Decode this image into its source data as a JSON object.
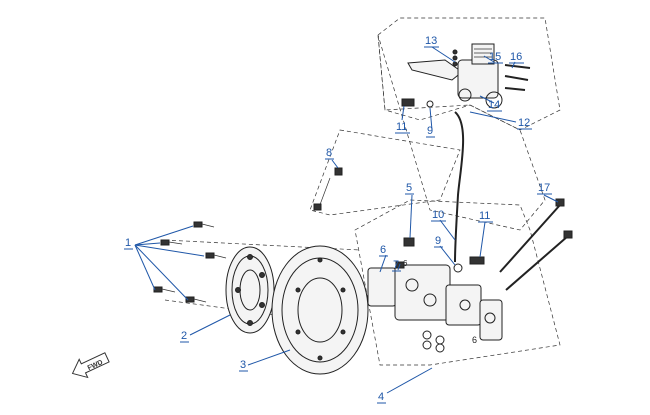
{
  "diagram": {
    "callouts": [
      {
        "id": "c1",
        "label": "1"
      },
      {
        "id": "c2",
        "label": "2"
      },
      {
        "id": "c3",
        "label": "3"
      },
      {
        "id": "c4",
        "label": "4"
      },
      {
        "id": "c5",
        "label": "5"
      },
      {
        "id": "c6",
        "label": "6"
      },
      {
        "id": "c7",
        "label": "7"
      },
      {
        "id": "c8",
        "label": "8"
      },
      {
        "id": "c9a",
        "label": "9"
      },
      {
        "id": "c9b",
        "label": "9"
      },
      {
        "id": "c10",
        "label": "10"
      },
      {
        "id": "c11a",
        "label": "11"
      },
      {
        "id": "c11b",
        "label": "11"
      },
      {
        "id": "c12",
        "label": "12"
      },
      {
        "id": "c13",
        "label": "13"
      },
      {
        "id": "c14",
        "label": "14"
      },
      {
        "id": "c15",
        "label": "15"
      },
      {
        "id": "c16",
        "label": "16"
      },
      {
        "id": "c17",
        "label": "17"
      }
    ],
    "caliper_marks": {
      "left": "6",
      "right": "6"
    },
    "direction_badge": "FWD"
  },
  "colors": {
    "callout": "#1f57a8",
    "line": "#222222",
    "background": "#ffffff"
  },
  "icons": [
    "forward-arrow-icon"
  ]
}
